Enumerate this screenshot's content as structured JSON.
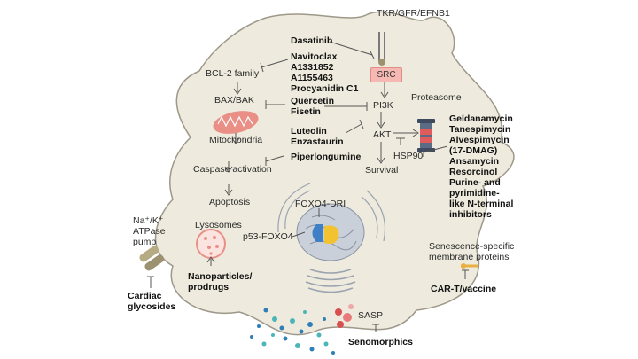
{
  "labels": {
    "receptor": "TKR/GFR/EFNB1",
    "src": "SRC",
    "bcl2": "BCL-2 family",
    "baxbak": "BAX/BAK",
    "mito": "Mitochondria",
    "pi3k": "PI3K",
    "akt": "AKT",
    "hsp90": "HSP90",
    "proteasome": "Proteasome",
    "survival": "Survival",
    "caspase": "Caspase activation",
    "apoptosis": "Apoptosis",
    "foxo4dri": "FOXO4-DRI",
    "p53foxo4": "p53-FOXO4",
    "lysosomes": "Lysosomes",
    "pump": [
      "Na⁺/K⁺",
      "ATPase",
      "pump"
    ],
    "senescence": [
      "Senescence-specific",
      "membrane proteins"
    ],
    "sasp": "SASP"
  },
  "drugs": {
    "dasatinib": "Dasatinib",
    "bcl_inhibitors": [
      "Navitoclax",
      "A1331852",
      "A1155463",
      "Procyanidin C1"
    ],
    "quercetin_fisetin": [
      "Quercetin",
      "Fisetin"
    ],
    "luteolin_enzastaurin": [
      "Luteolin",
      "Enzastaurin"
    ],
    "piperlongumine": "Piperlongumine",
    "hsp90_inhibitors": [
      "Geldanamycin",
      "Tanespimycin",
      "Alvespimycin",
      "(17-DMAG)",
      "Ansamycin",
      "Resorcinol",
      "Purine- and",
      "pyrimidine-",
      "like N-terminal",
      "inhibitors"
    ],
    "nanoparticles": [
      "Nanoparticles/",
      "prodrugs"
    ],
    "cardiac": [
      "Cardiac",
      "glycosides"
    ],
    "cart": "CAR-T/vaccine",
    "senomorphics": "Senomorphics"
  },
  "colors": {
    "cell_fill": "#eeeadd",
    "cell_edge": "#9d9889",
    "src_fill": "#f6b8b3",
    "mito": "#e98f86",
    "nucleus": "#c9d0da",
    "foxo_blue": "#3f7fc4",
    "foxo_yellow": "#f2c230",
    "lysosome": "#e98f86",
    "pump": "#b6ab83",
    "membrane_protein": "#e8b043",
    "sasp_red": "#d84f4f",
    "sasp_blue": "#2e7fb7",
    "sasp_teal": "#4bb5b8"
  }
}
